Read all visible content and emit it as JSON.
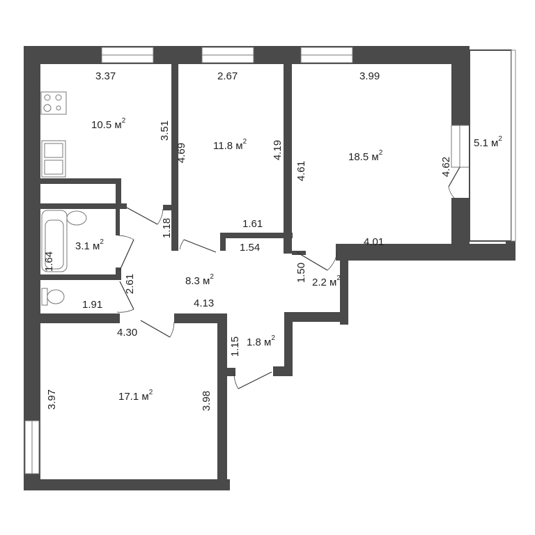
{
  "plan": {
    "wall_color": "#4a4a4a",
    "background": "#ffffff",
    "unit": "м",
    "rooms": [
      {
        "id": "kitchen",
        "area": "10.5",
        "dims": [
          "3.37",
          "3.51"
        ]
      },
      {
        "id": "bedroom-1",
        "area": "11.8",
        "dims": [
          "2.67",
          "4.69",
          "4.19",
          "1.61"
        ]
      },
      {
        "id": "living-room",
        "area": "18.5",
        "dims": [
          "3.99",
          "4.61",
          "4.62",
          "4.01"
        ]
      },
      {
        "id": "balcony",
        "area": "5.1",
        "dims": []
      },
      {
        "id": "bathroom",
        "area": "3.1",
        "dims": [
          "1.64"
        ]
      },
      {
        "id": "toilet",
        "area": "",
        "dims": [
          "1.91"
        ]
      },
      {
        "id": "hallway",
        "area": "8.3",
        "dims": [
          "1.18",
          "2.61",
          "1.54",
          "4.13"
        ]
      },
      {
        "id": "closet",
        "area": "2.2",
        "dims": [
          "1.50"
        ]
      },
      {
        "id": "corridor",
        "area": "1.8",
        "dims": [
          "1.15"
        ]
      },
      {
        "id": "bedroom-2",
        "area": "17.1",
        "dims": [
          "4.30",
          "3.97",
          "3.98"
        ]
      }
    ]
  }
}
